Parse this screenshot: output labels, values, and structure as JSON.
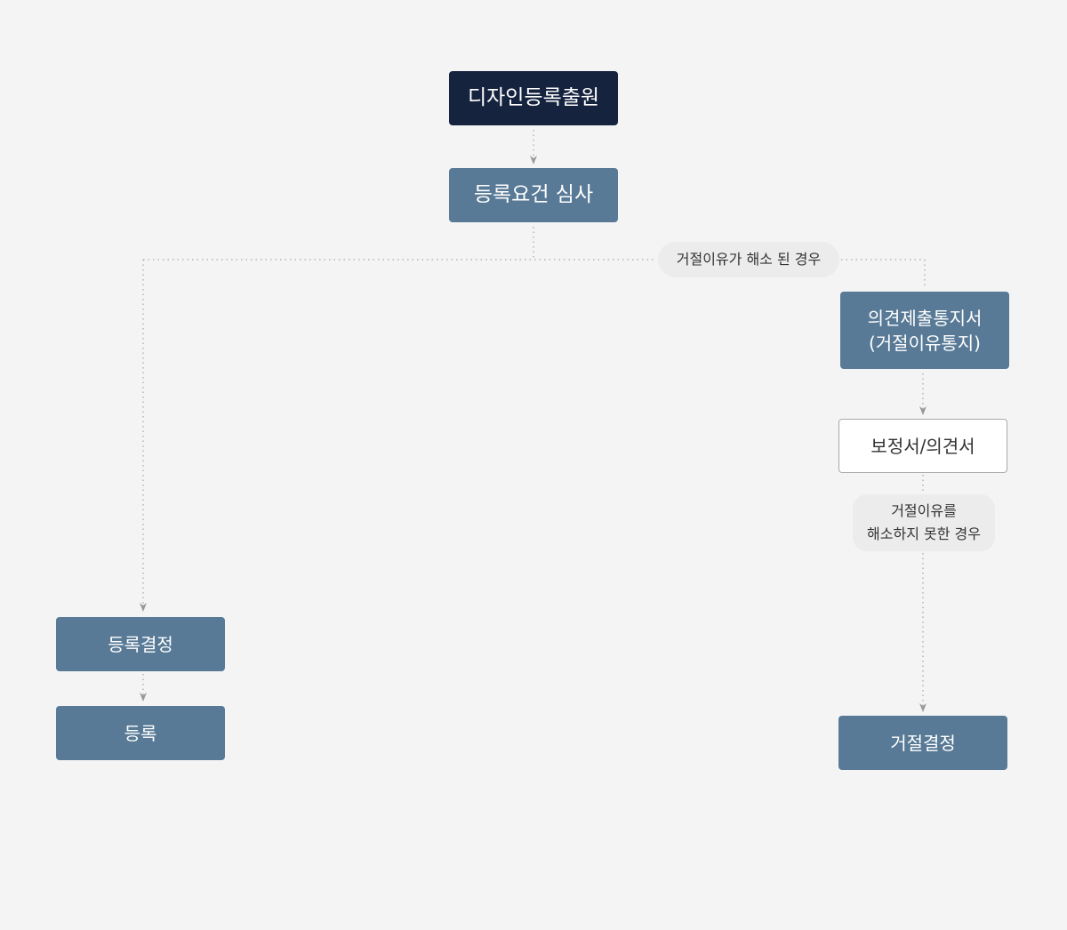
{
  "colors": {
    "background": "#f4f4f4",
    "start_node": "#16233f",
    "process_node": "#587a96",
    "outline_border": "#a9a9a9",
    "condition_pill": "#ececec",
    "connector": "#b5b5b5",
    "arrow": "#999999"
  },
  "nodes": {
    "application": {
      "label": "디자인등록출원"
    },
    "examination": {
      "label": "등록요건 심사"
    },
    "opinion_notice": {
      "line1": "의견제출통지서",
      "line2": "(거절이유통지)"
    },
    "amendment": {
      "label": "보정서/의견서"
    },
    "registration_decision": {
      "label": "등록결정"
    },
    "registration": {
      "label": "등록"
    },
    "rejection_decision": {
      "label": "거절결정"
    }
  },
  "conditions": {
    "resolved": {
      "label": "거절이유가 해소 된 경우"
    },
    "not_resolved": {
      "line1": "거절이유를",
      "line2": "해소하지 못한 경우"
    }
  }
}
